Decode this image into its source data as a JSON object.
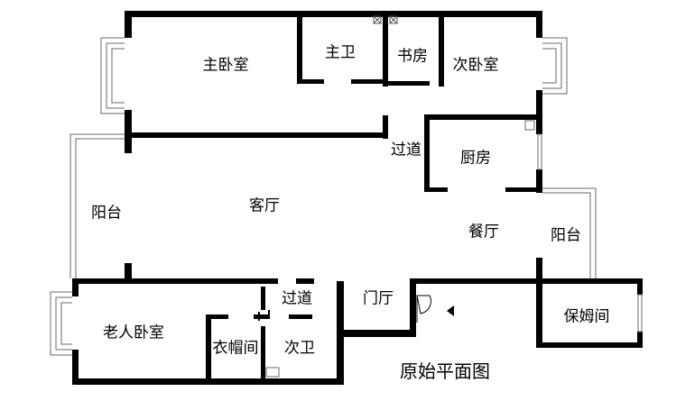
{
  "plan": {
    "title": "原始平面图",
    "rooms": {
      "master_bedroom": "主卧室",
      "master_bath": "主卫",
      "study": "书房",
      "second_bedroom": "次卧室",
      "corridor_upper": "过道",
      "kitchen": "厨房",
      "balcony_left": "阳台",
      "living_room": "客厅",
      "dining_room": "餐厅",
      "balcony_right": "阳台",
      "corridor_lower": "过道",
      "foyer": "门厅",
      "nanny_room": "保姆间",
      "elder_bedroom": "老人卧室",
      "cloakroom": "衣帽间",
      "second_bath": "次卫"
    }
  },
  "colors": {
    "wall": "#000000",
    "window": "#6a6a6a",
    "background": "#ffffff"
  }
}
